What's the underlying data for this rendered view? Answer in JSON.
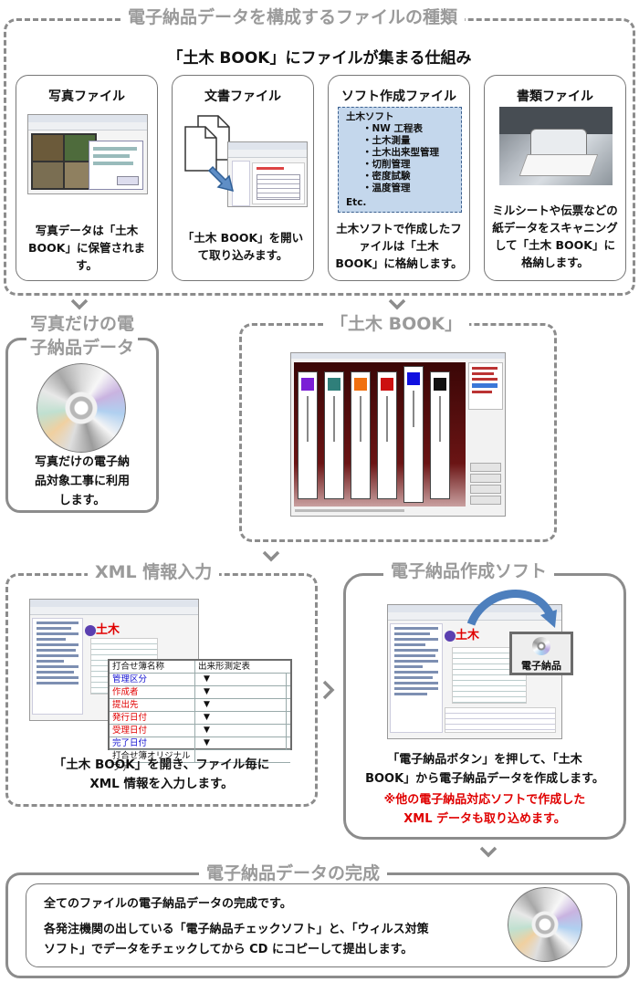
{
  "colors": {
    "border_gray": "#8c8c8c",
    "title_gray": "#9a9a9a",
    "note_red": "#e00000",
    "cd_blue": "#5a7fb0",
    "binder_maroon": "#5a0d0d"
  },
  "top": {
    "title": "電子納品データを構成するファイルの種類",
    "subtitle": "「土木 BOOK」にファイルが集まる仕組み",
    "cards": [
      {
        "title": "写真ファイル",
        "text": [
          "写真データは「土木",
          "BOOK」に保管されま",
          "す。"
        ]
      },
      {
        "title": "文書ファイル",
        "text": [
          "「土木 BOOK」を開い",
          "て取り込みます。"
        ]
      },
      {
        "title": "ソフト作成ファイル",
        "soft_list_title": "土木ソフト",
        "soft_list": [
          "・NW 工程表",
          "・土木測量",
          "・土木出来型管理",
          "・切削管理",
          "・密度試験",
          "・温度管理"
        ],
        "soft_list_etc": "Etc.",
        "text": [
          "土木ソフトで作成したフ",
          "ァイルは「土木",
          "BOOK」に格納します。"
        ]
      },
      {
        "title": "書類ファイル",
        "text": [
          "ミルシートや伝票などの",
          "紙データをスキャニング",
          "して「土木 BOOK」に",
          "格納します。"
        ]
      }
    ]
  },
  "photo_only": {
    "title_line1": "写真だけの電",
    "title_line2": "子納品データ",
    "text": [
      "写真だけの電子納",
      "品対象工事に利用",
      "します。"
    ]
  },
  "book": {
    "title": "「土木 BOOK」",
    "binder_colors": [
      "#7b1fd6",
      "#2f7f7a",
      "#f07010",
      "#cc1010",
      "#1010e0",
      "#111111"
    ]
  },
  "xml": {
    "title": "XML 情報入力",
    "table": [
      {
        "label": "打合せ簿名称",
        "value": "出来形測定表",
        "color": "#111111"
      },
      {
        "label": "管理区分",
        "value": "",
        "color": "#1010d0"
      },
      {
        "label": "作成者",
        "value": "",
        "color": "#e00000"
      },
      {
        "label": "提出先",
        "value": "",
        "color": "#e00000"
      },
      {
        "label": "発行日付",
        "value": "",
        "color": "#e00000"
      },
      {
        "label": "受理日付",
        "value": "",
        "color": "#e00000"
      },
      {
        "label": "完了日付",
        "value": "",
        "color": "#1010d0"
      },
      {
        "label": "打合せ簿オリジナルファ",
        "value": "",
        "color": "#111111"
      }
    ],
    "text": [
      "「土木 BOOK」を開き、ファイル毎に",
      "XML 情報を入力します。"
    ]
  },
  "software": {
    "title": "電子納品作成ソフト",
    "button_label": "電子納品",
    "text": [
      "「電子納品ボタン」を押して、「土木",
      "BOOK」から電子納品データを作成します。"
    ],
    "note": [
      "※他の電子納品対応ソフトで作成した",
      "XML データも取り込めます。"
    ]
  },
  "complete": {
    "title": "電子納品データの完成",
    "line1": "全てのファイルの電子納品データの完成です。",
    "line2": "各発注機関の出している「電子納品チェックソフト」と、「ウィルス対策",
    "line3": "ソフト」でデータをチェックしてから CD にコピーして提出します。"
  },
  "ui_logo": "土木"
}
